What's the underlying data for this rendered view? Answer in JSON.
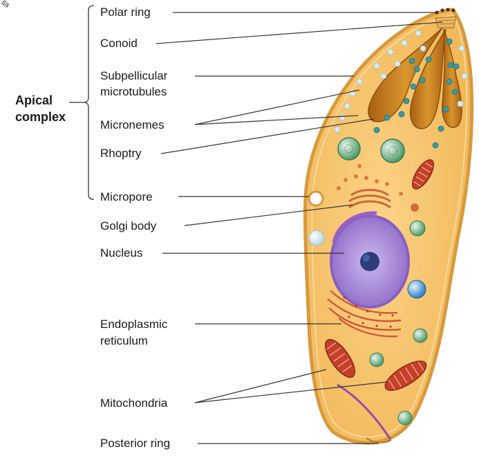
{
  "corner_text": "lla",
  "group_label": {
    "line1": "Apical",
    "line2": "complex"
  },
  "labels": {
    "polar_ring": "Polar ring",
    "conoid": "Conoid",
    "subpellicular_1": "Subpellicular",
    "subpellicular_2": "microtubules",
    "micronemes": "Micronemes",
    "rhoptry": "Rhoptry",
    "micropore": "Micropore",
    "golgi": "Golgi body",
    "nucleus": "Nucleus",
    "er_1": "Endoplasmic",
    "er_2": "reticulum",
    "mitochondria": "Mitochondria",
    "posterior_ring": "Posterior ring"
  },
  "colors": {
    "membrane": "#e0a040",
    "cytoplasm": "#f6c56a",
    "nucleus": "#a98ed8",
    "nucleolus": "#2e3d7a",
    "rhoptry": "#c47a18",
    "mitochondria": "#c4402a",
    "microneme": "#3a9aa0"
  }
}
